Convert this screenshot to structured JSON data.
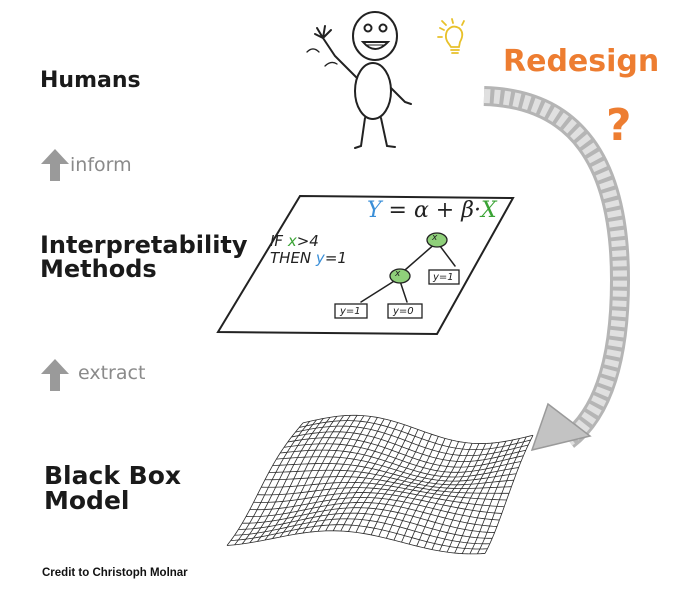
{
  "left_labels": {
    "humans": "Humans",
    "methods_line1": "Interpretability",
    "methods_line2": "Methods",
    "blackbox_line1": "Black Box",
    "blackbox_line2": "Model"
  },
  "arrows": {
    "inform": "inform",
    "extract": "extract"
  },
  "redesign": {
    "label": "Redesign",
    "question": "?"
  },
  "formula": {
    "y": "Y",
    "rest": " = α + β·",
    "x": "X"
  },
  "rule": {
    "if_word": "IF ",
    "if_var": "x",
    "if_cond": ">4",
    "then_word": "THEN ",
    "then_var": "y",
    "then_val": "=1"
  },
  "tree": {
    "node_label": "x",
    "leaf_top": "y=1",
    "leaf_left": "y=1",
    "leaf_right": "y=0"
  },
  "credit": "Credit to Christoph Molnar",
  "colors": {
    "accent": "#ed7d31",
    "arrow_grey": "#9a9a9a",
    "green": "#3aa335",
    "blue": "#3a8fd8"
  }
}
